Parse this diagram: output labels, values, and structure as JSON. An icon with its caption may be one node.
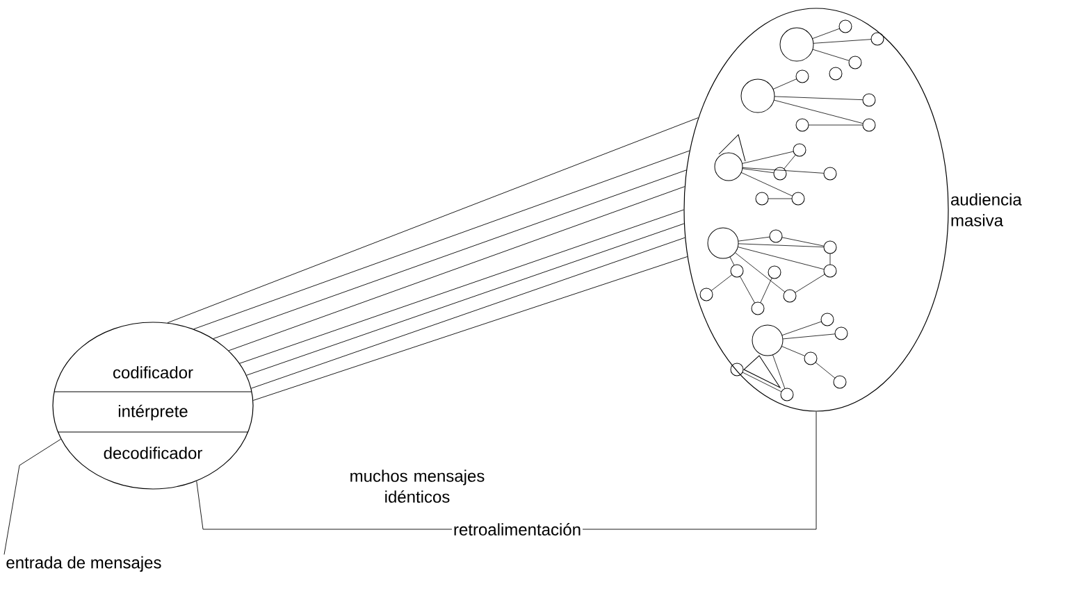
{
  "diagram": {
    "nodes": [
      {
        "text": [],
        "shape": "ellipse"
      },
      {
        "text": [
          "codificador"
        ],
        "in": 0
      },
      {
        "text": [
          "intérprete"
        ],
        "in": 0
      },
      {
        "text": [
          "decodificador"
        ],
        "in": 0
      },
      {
        "text": [
          "audiencia masiva"
        ]
      },
      {
        "text": [
          "entrada de mensajes"
        ]
      }
    ],
    "edges": [
      {
        "from": 0,
        "to": 4,
        "arrow": "none"
      },
      {
        "from": 0,
        "to": 4,
        "arrow": "none"
      },
      {
        "from": 0,
        "to": 4,
        "arrow": "none"
      },
      {
        "from": 0,
        "to": 4,
        "arrow": "none"
      },
      {
        "from": 0,
        "to": 4,
        "arrow": "none"
      },
      {
        "from": 0,
        "to": 4,
        "arrow": "none"
      },
      {
        "from": 0,
        "to": 4,
        "arrow": "none"
      },
      {
        "from": 0,
        "to": 4,
        "arrow": "none"
      },
      {
        "from": 4,
        "to": 0,
        "arrow": "none",
        "label": "retroalimentación"
      },
      {
        "from": 5,
        "to": 0,
        "arrow": "none"
      }
    ],
    "labels": [
      "muchos mensajes idénticos"
    ]
  }
}
